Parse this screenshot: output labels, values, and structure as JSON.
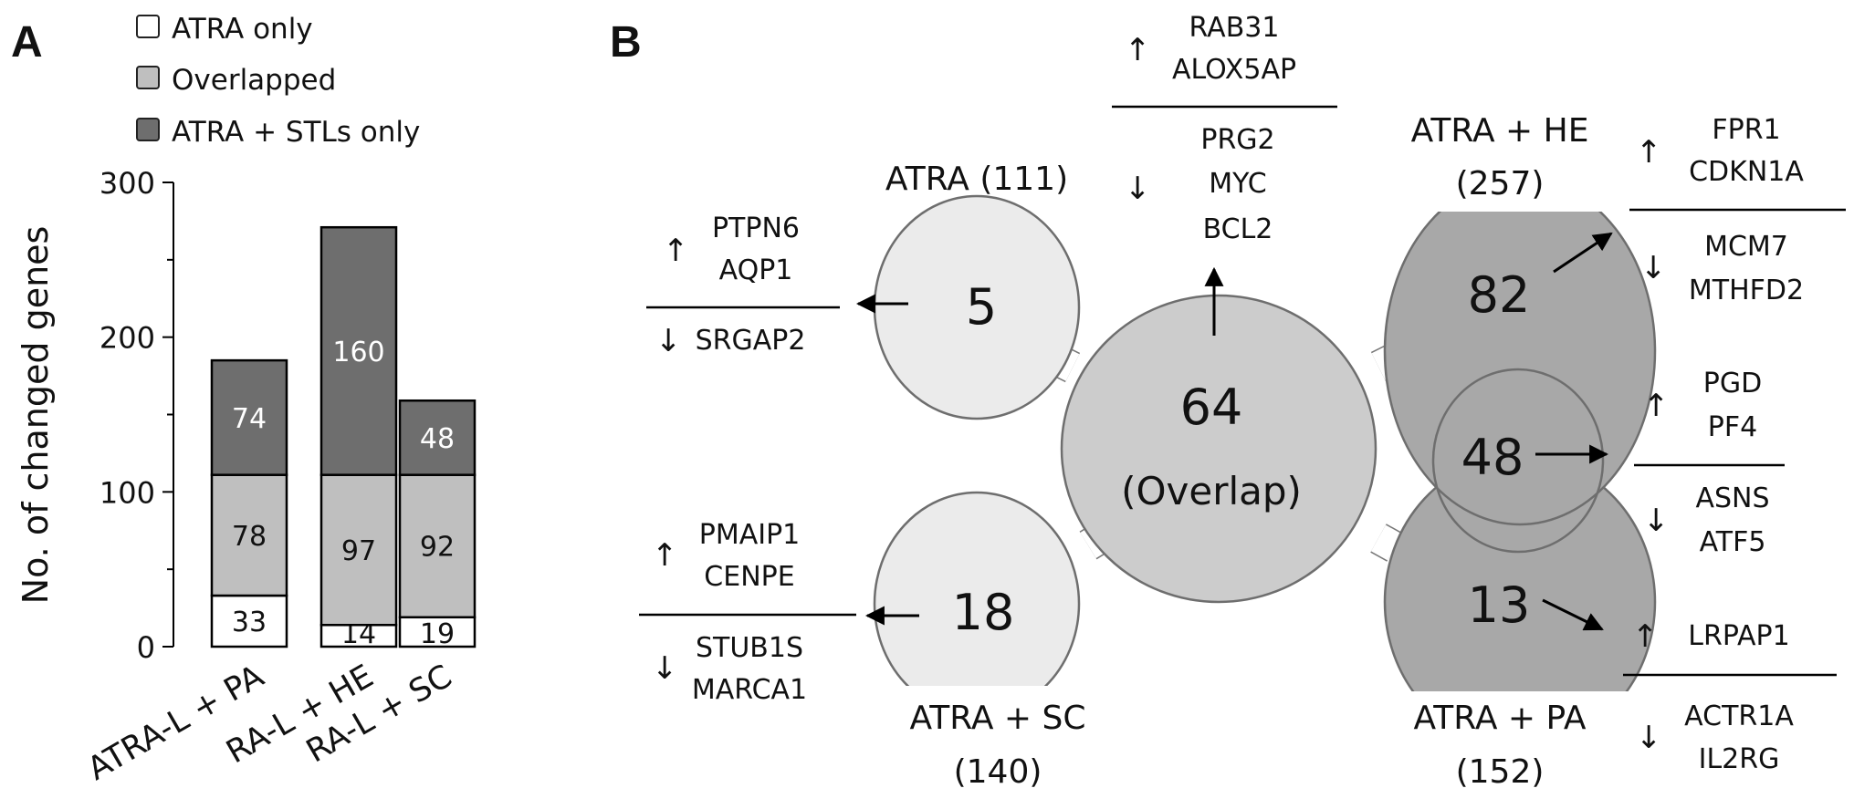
{
  "panel_a": {
    "letter": "A"
  },
  "panel_b": {
    "letter": "B"
  },
  "chart_data": {
    "type": "bar",
    "stacked": true,
    "categories": [
      "ATRA-L + PA",
      "RA-L + HE",
      "RA-L + SC"
    ],
    "series": [
      {
        "name": "ATRA only",
        "values": [
          33,
          14,
          19
        ],
        "color": "#ffffff"
      },
      {
        "name": "Overlapped",
        "values": [
          78,
          97,
          92
        ],
        "color": "#bfbfbf"
      },
      {
        "name": "ATRA + STLs only",
        "values": [
          74,
          160,
          48
        ],
        "color": "#6e6e6e"
      }
    ],
    "ylabel": "No. of changed genes",
    "ylim": [
      0,
      300
    ],
    "yticks": [
      0,
      100,
      200,
      300
    ],
    "legend": "top",
    "grid": false
  },
  "venn": {
    "atra": {
      "label": "ATRA (111)",
      "count": "5",
      "up": [
        "PTPN6",
        "AQP1"
      ],
      "down": [
        "SRGAP2"
      ]
    },
    "atra_sc": {
      "label": "ATRA + SC",
      "total": "(140)",
      "count": "18",
      "up": [
        "PMAIP1",
        "CENPE"
      ],
      "down": [
        "STUB1S",
        "MARCA1"
      ]
    },
    "overlap": {
      "count": "64",
      "label": "(Overlap)",
      "up": [
        "RAB31",
        "ALOX5AP"
      ],
      "down": [
        "PRG2",
        "MYC",
        "BCL2"
      ]
    },
    "atra_he": {
      "label": "ATRA + HE",
      "total": "(257)",
      "count": "82",
      "up": [
        "FPR1",
        "CDKN1A"
      ],
      "down": [
        "MCM7",
        "MTHFD2"
      ]
    },
    "he_pa": {
      "count": "48",
      "up": [
        "PGD",
        "PF4"
      ],
      "down": [
        "ASNS",
        "ATF5"
      ]
    },
    "atra_pa": {
      "label": "ATRA + PA",
      "total": "(152)",
      "count": "13",
      "up": [
        "LRPAP1"
      ],
      "down": [
        "ACTR1A",
        "IL2RG"
      ]
    },
    "up_symbol": "↑",
    "down_symbol": "↓"
  }
}
